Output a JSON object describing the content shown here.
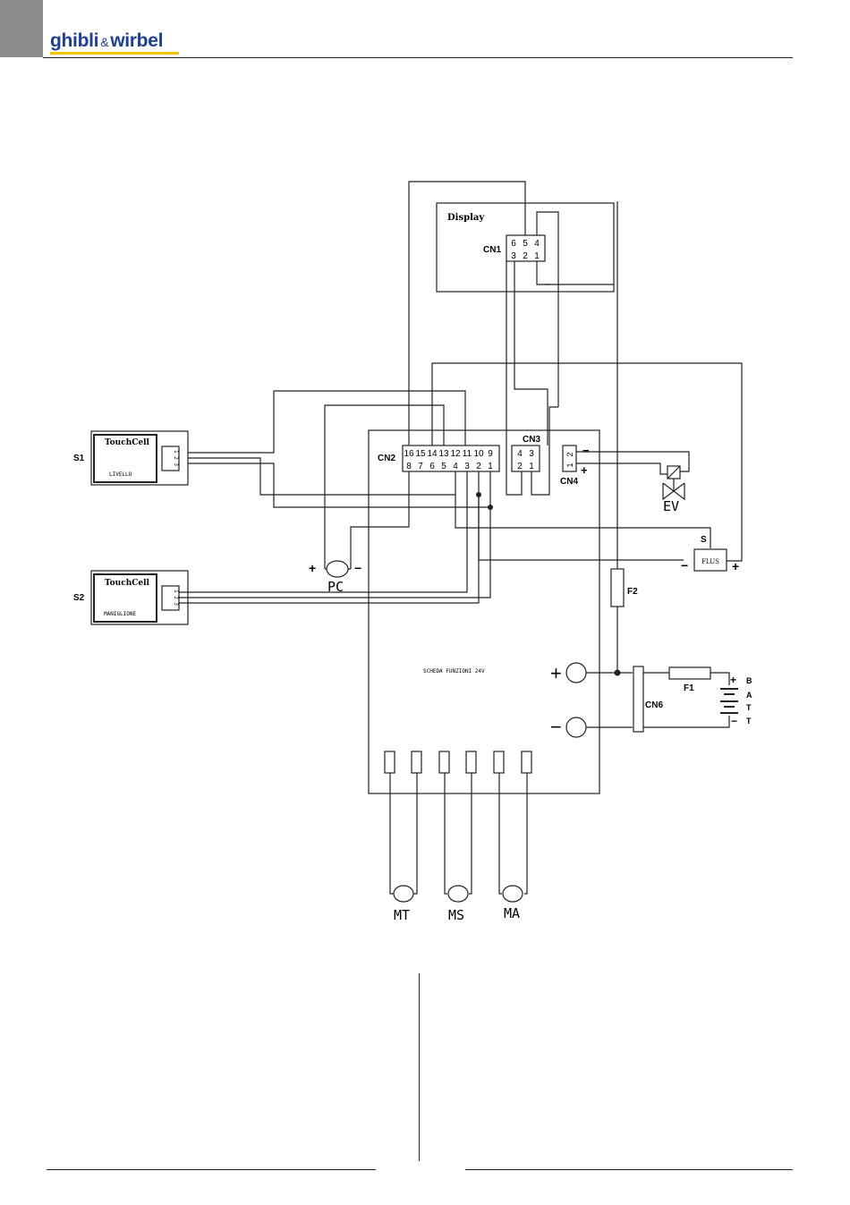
{
  "header": {
    "brand_left": "ghibli",
    "brand_amp": "&",
    "brand_right": "wirbel",
    "brand_color": "#1f3f8f",
    "accent_color": "#f2c400"
  },
  "diagram": {
    "display_label": "Display",
    "cn1_label": "CN1",
    "cn1_pins_top": [
      "6",
      "5",
      "4"
    ],
    "cn1_pins_bottom": [
      "3",
      "2",
      "1"
    ],
    "board_label": "SCHEDA  FUNZIONI 24V",
    "cn2_label": "CN2",
    "cn2_pins_top": [
      "16",
      "15",
      "14",
      "13",
      "12",
      "11",
      "10",
      "9"
    ],
    "cn2_pins_bottom": [
      "8",
      "7",
      "6",
      "5",
      "4",
      "3",
      "2",
      "1"
    ],
    "cn3_label": "CN3",
    "cn3_pins_top": [
      "4",
      "3"
    ],
    "cn3_pins_bottom": [
      "2",
      "1"
    ],
    "cn4_label": "CN4",
    "cn4_pins": [
      "2",
      "1"
    ],
    "cn6_label": "CN6",
    "s1_label": "S1",
    "s1_title": "TouchCell",
    "s1_sub": "LIVELLO",
    "s2_label": "S2",
    "s2_title": "TouchCell",
    "s2_sub": "MANIGLIONE",
    "sensor_pins": "1 2 3",
    "pc_label": "PC",
    "ev_label": "EV",
    "flus_label": "FLUS",
    "s_label": "S",
    "f1_label": "F1",
    "f2_label": "F2",
    "batt_letters": [
      "B",
      "A",
      "T",
      "T"
    ],
    "mt_label": "MT",
    "ms_label": "MS",
    "ma_label": "MA",
    "plus": "+",
    "minus": "−"
  }
}
